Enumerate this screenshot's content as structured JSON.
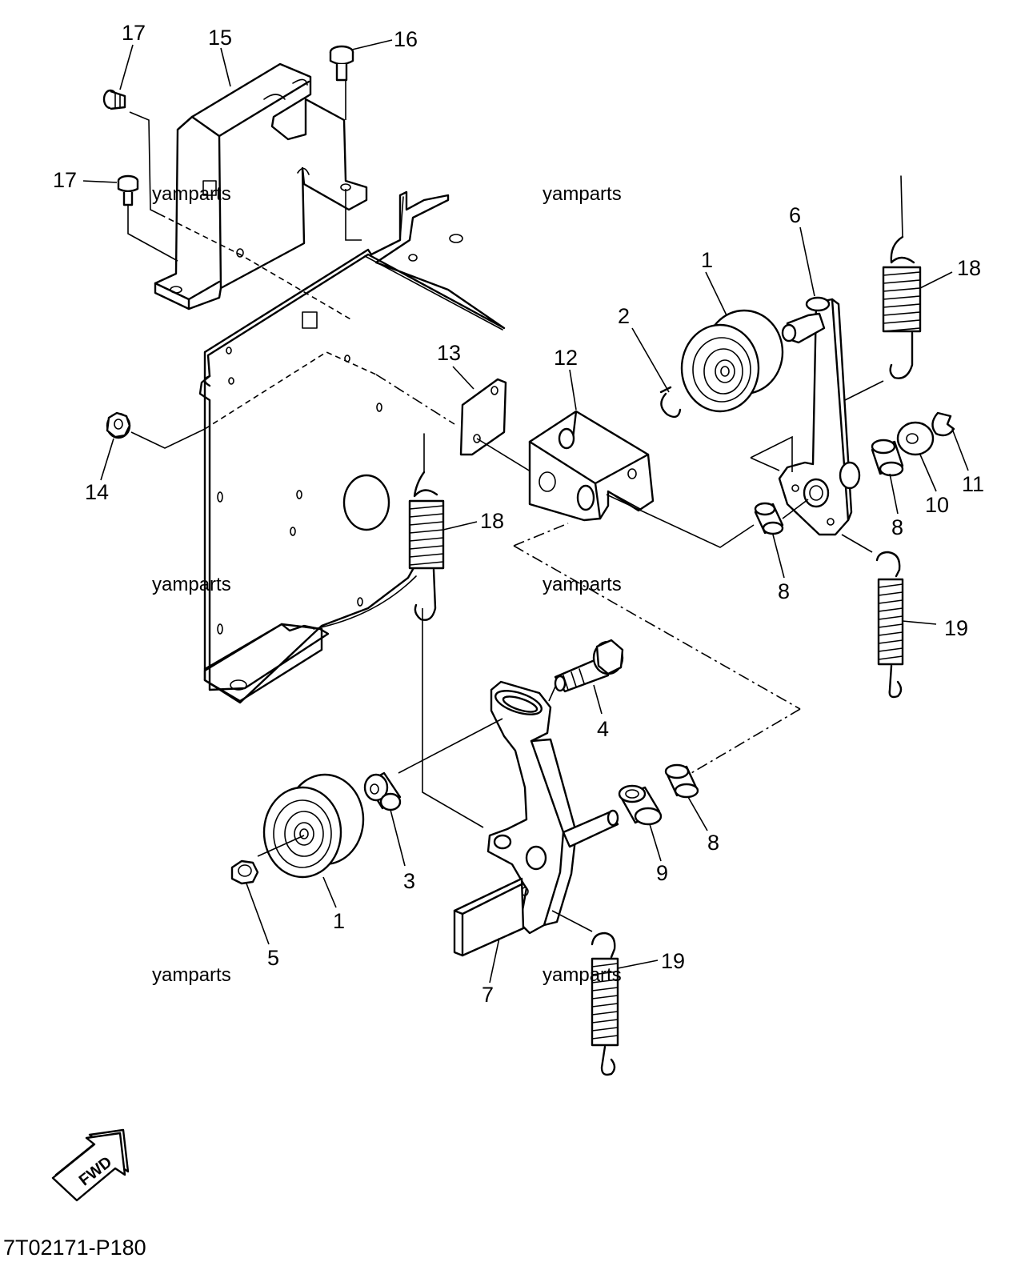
{
  "callouts": {
    "c17a": "17",
    "c15": "15",
    "c16": "16",
    "c17b": "17",
    "c6": "6",
    "c1a": "1",
    "c18a": "18",
    "c2": "2",
    "c13": "13",
    "c12": "12",
    "c14": "14",
    "c18b": "18",
    "c8a": "8",
    "c10": "10",
    "c11": "11",
    "c8b": "8",
    "c19a": "19",
    "c4": "4",
    "c3": "3",
    "c1b": "1",
    "c9": "9",
    "c8c": "8",
    "c5": "5",
    "c7": "7",
    "c19b": "19"
  },
  "watermark": "yamparts",
  "fwd_label": "FWD",
  "drawing_code": "7T02171-P180"
}
